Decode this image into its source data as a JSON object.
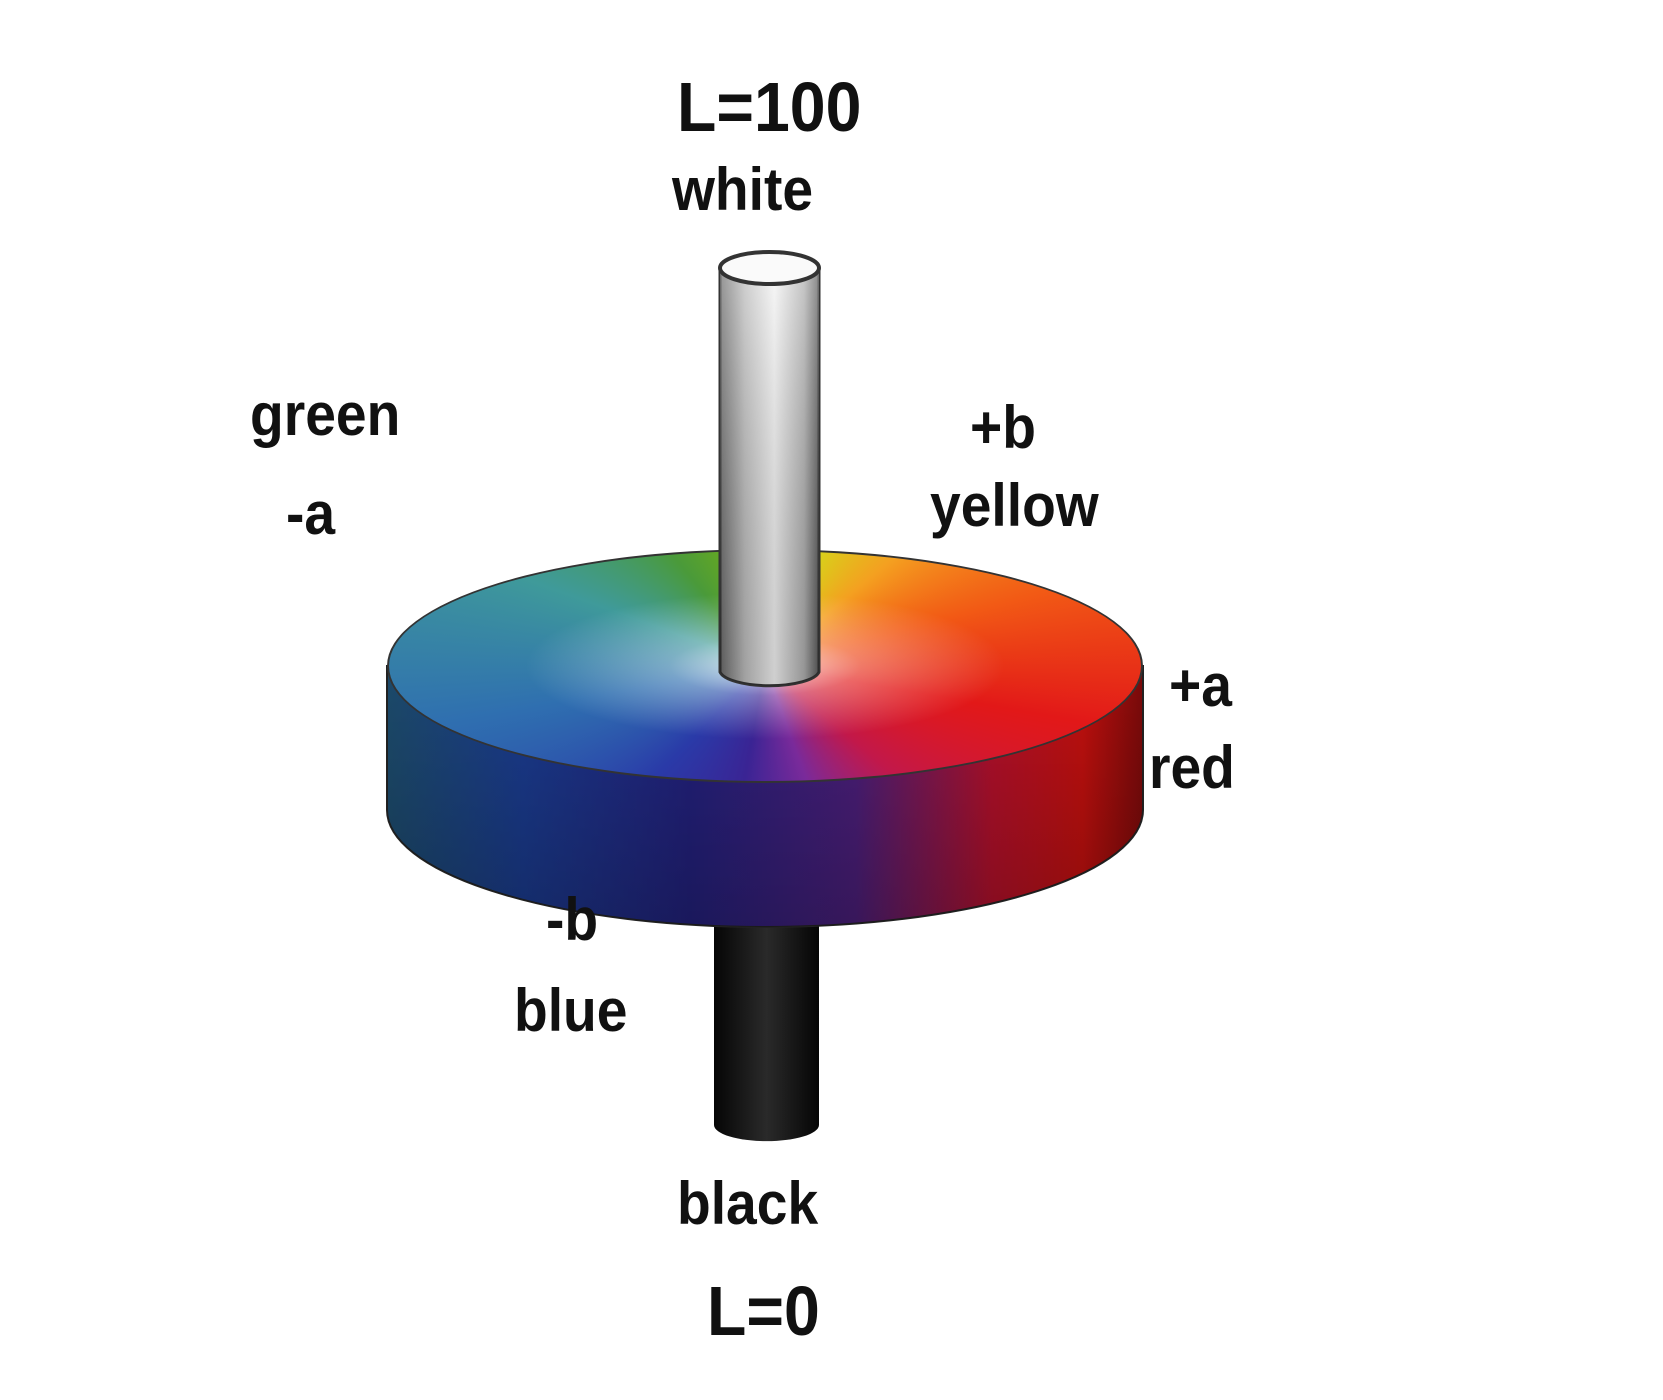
{
  "labels": {
    "top_value": "L=100",
    "top_name": "white",
    "green_name": "green",
    "green_axis": "-a",
    "yellow_axis": "+b",
    "yellow_name": "yellow",
    "red_axis": "+a",
    "red_name": "red",
    "blue_axis": "-b",
    "blue_name": "blue",
    "bottom_name": "black",
    "bottom_value": "L=0"
  },
  "colors": {
    "white_end": "#f2f2f2",
    "black_end": "#111111",
    "green": "#4a9a3a",
    "yellow": "#d7d21a",
    "red": "#e21818",
    "blue": "#2a3aa8"
  }
}
